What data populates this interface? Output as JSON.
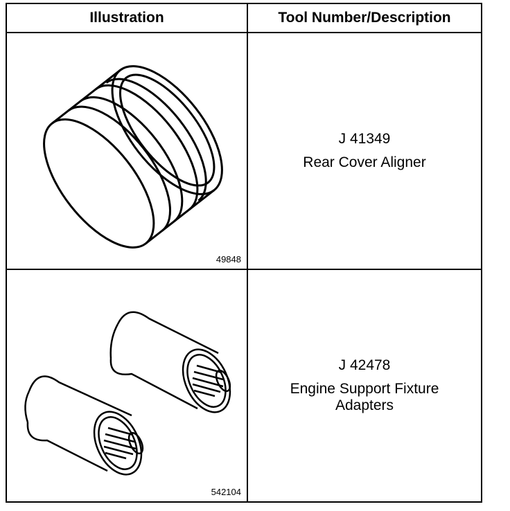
{
  "table": {
    "headers": {
      "illustration": "Illustration",
      "description": "Tool Number/Description"
    },
    "rows": [
      {
        "tool_number": "J 41349",
        "description_lines": [
          "Rear Cover Aligner"
        ],
        "figure_number": "49848",
        "illustration_icon": "rear-cover-aligner-ring-icon"
      },
      {
        "tool_number": "J 42478",
        "description_lines": [
          "Engine Support Fixture",
          "Adapters"
        ],
        "figure_number": "542104",
        "illustration_icon": "threaded-adapter-pair-icon"
      }
    ]
  }
}
